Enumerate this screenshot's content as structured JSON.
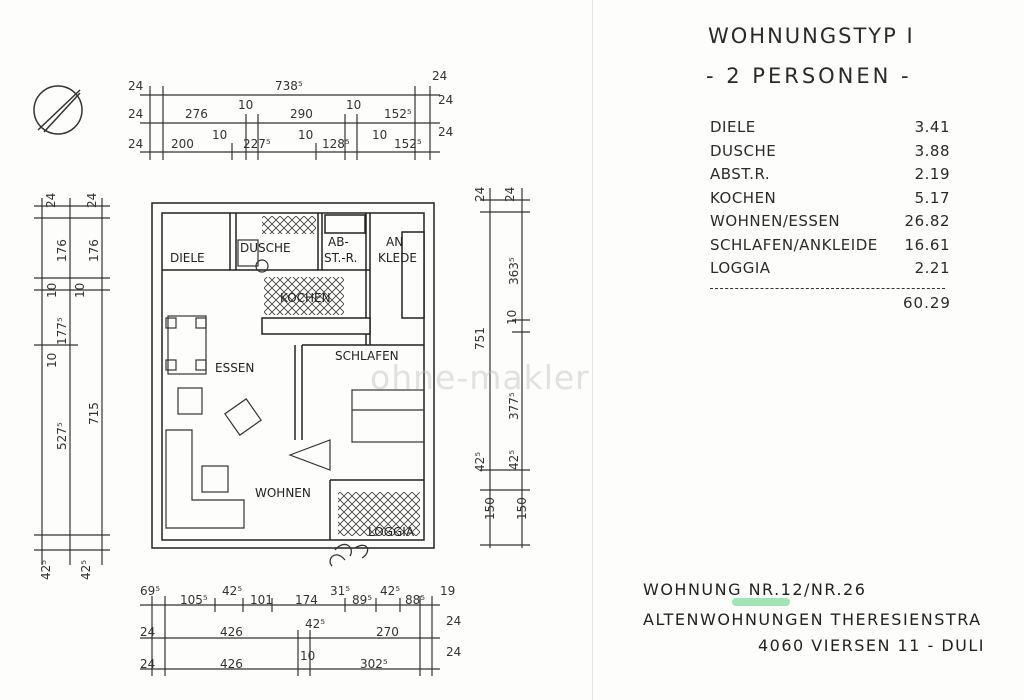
{
  "header": {
    "title": "WOHNUNGSTYP I",
    "subtitle": "- 2 PERSONEN -"
  },
  "rooms": [
    {
      "name": "DIELE",
      "area": "3.41"
    },
    {
      "name": "DUSCHE",
      "area": "3.88"
    },
    {
      "name": "ABST.R.",
      "area": "2.19"
    },
    {
      "name": "KOCHEN",
      "area": "5.17"
    },
    {
      "name": "WOHNEN/ESSEN",
      "area": "26.82"
    },
    {
      "name": "SCHLAFEN/ANKLEIDE",
      "area": "16.61"
    },
    {
      "name": "LOGGIA",
      "area": "2.21"
    }
  ],
  "total": "60.29",
  "address": {
    "line1": "WOHNUNG NR.12/NR.26",
    "line2": "ALTENWOHNUNGEN THERESIENSTRA",
    "line3": "4060 VIERSEN 11 - DULI"
  },
  "watermark": "ohne-makler",
  "plan_labels": {
    "diele": "DIELE",
    "dusche": "DUSCHE",
    "abst1": "AB-",
    "abst2": "ST.-R.",
    "ankl1": "AN",
    "ankl2": "KLEDE",
    "kochen": "KOCHEN",
    "essen": "ESSEN",
    "schlafen": "SCHLAFEN",
    "wohnen": "WOHNEN",
    "loggia": "LOGGIA"
  },
  "dims_top": {
    "r1": [
      "24",
      "738⁵",
      "24"
    ],
    "r2": [
      "24",
      "276",
      "10",
      "290",
      "10",
      "152⁵",
      "24"
    ],
    "r3": [
      "24",
      "200",
      "10",
      "227⁵",
      "10",
      "128⁵",
      "10",
      "152⁵",
      "24"
    ]
  },
  "dims_bottom": {
    "r1": [
      "69⁵",
      "105⁵",
      "42⁵",
      "101",
      "174",
      "31⁵",
      "89⁵",
      "42⁵",
      "88⁵",
      "19"
    ],
    "r2": [
      "24",
      "426",
      "42⁵",
      "270",
      "24"
    ],
    "r3": [
      "24",
      "426",
      "10",
      "302⁵",
      "24"
    ]
  },
  "dims_left": {
    "a": [
      "24",
      "176",
      "10",
      "177⁵",
      "10",
      "527⁵",
      "42⁵"
    ],
    "b": [
      "24",
      "176",
      "10",
      "715",
      "42⁵"
    ]
  },
  "dims_right": {
    "a": [
      "24",
      "751",
      "42⁵",
      "150"
    ],
    "b": [
      "24",
      "363⁵",
      "10",
      "377⁵",
      "42⁵",
      "150"
    ]
  }
}
